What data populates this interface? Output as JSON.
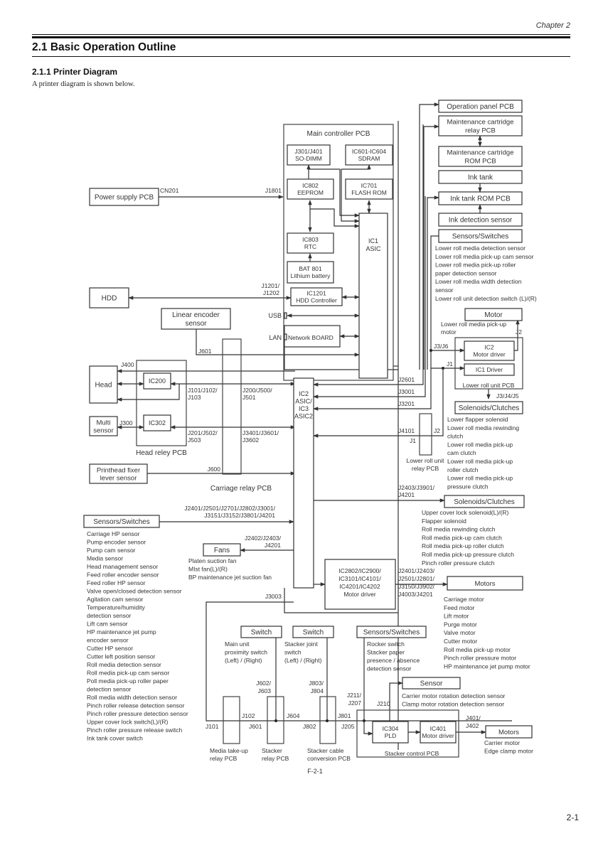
{
  "header": {
    "chapter": "Chapter 2"
  },
  "section_title": "2.1 Basic Operation Outline",
  "subsection_title": "2.1.1 Printer Diagram",
  "intro_text": "A printer diagram is shown below.",
  "figure_caption": "F-2-1",
  "page_number": "2-1",
  "diagram": {
    "main_controller": {
      "title": "Main controller PCB",
      "so_dimm": [
        "J301/J401",
        "SO-DIMM"
      ],
      "sdram": [
        "IC601-IC604",
        "SDRAM"
      ],
      "eeprom": [
        "IC802",
        "EEPROM"
      ],
      "flash": [
        "IC701",
        "FLASH ROM"
      ],
      "rtc": [
        "IC803",
        "RTC"
      ],
      "battery": [
        "BAT 801",
        "Lithium battery"
      ],
      "asic": [
        "IC1",
        "ASIC"
      ],
      "hdd_controller": [
        "IC1201",
        "HDD Controller"
      ],
      "usb": "USB",
      "lan": "LAN",
      "network_board": "Network BOARD"
    },
    "power_supply": {
      "label": "Power supply PCB",
      "conn_left": "CN201",
      "conn_right": "J1801"
    },
    "hdd": {
      "label": "HDD",
      "conn": [
        "J1201/",
        "J1202"
      ]
    },
    "linear_encoder": {
      "label": [
        "Linear encoder",
        "sensor"
      ],
      "conn": "J601"
    },
    "head": {
      "label": "Head",
      "conn": "J400"
    },
    "ic200": "IC200",
    "ic302": "IC302",
    "multi_sensor": {
      "label": [
        "Multi",
        "sensor"
      ],
      "conn": "J300"
    },
    "head_relay_label": "Head reley PCB",
    "head_relay_conn1": [
      "J101/J102/",
      "J103"
    ],
    "head_relay_conn2": [
      "J201/J502/",
      "J503"
    ],
    "carriage_conn1": [
      "J200/J500/",
      "J501"
    ],
    "carriage_conn2": [
      "J3401/J3601/",
      "J3602"
    ],
    "printhead_fixer": {
      "label": [
        "Printhead fixer",
        "lever sensor"
      ],
      "conn": "J600"
    },
    "carriage_relay_label": "Carriage relay PCB",
    "asic2": [
      "IC2",
      "ASIC/",
      "IC3",
      "ASIC2"
    ],
    "right_panel": {
      "operation_panel": "Operation panel PCB",
      "maint_relay": [
        "Maintenance cartridge",
        "relay PCB"
      ],
      "maint_rom": [
        "Maintenance cartridge",
        "ROM PCB"
      ],
      "ink_tank": "Ink tank",
      "ink_tank_rom": "Ink tank ROM PCB",
      "ink_detection": "Ink detection sensor",
      "sensors_title": "Sensors/Switches",
      "sensors_items": [
        "Lower roll media detection sensor",
        "Lower roll media pick-up cam sensor",
        "Lower roll media pick-up roller",
        "paper detection sensor",
        "Lower roll media width detection",
        "sensor",
        "Lower roll unit detection switch (L)/(R)"
      ],
      "motor_title": "Motor",
      "motor_items": [
        "Lower roll media pick-up",
        "motor"
      ],
      "j2": "J2",
      "j3j6": "J3/J6",
      "j1": "J1",
      "ic2_motor_driver": [
        "IC2",
        "Motor driver"
      ],
      "ic1_driver": "IC1 Driver",
      "lower_roll_unit_pcb": "Lower roll unit PCB",
      "j3j4j5": "J3/J4/J5",
      "solenoids1_title": "Solenoids/Clutches",
      "solenoids1_items": [
        "Lower flapper solenoid",
        "Lower roll media rewinding",
        "clutch",
        "Lower roll media pick-up",
        "cam clutch",
        "Lower roll media pick-up",
        "roller clutch",
        "Lower roll media pick-up",
        "pressure clutch"
      ],
      "conn_j2601": "J2601",
      "conn_j3001": "J3001",
      "conn_j3201": "J3201",
      "conn_j4101": "J4101",
      "relay_j2": "J2",
      "relay_j1": "J1",
      "lower_roll_relay": [
        "Lower roll unit",
        "relay PCB"
      ],
      "conn_sol2": [
        "J2403/J3901/",
        "J4201"
      ],
      "solenoids2_title": "Solenoids/Clutches",
      "solenoids2_items": [
        "Upper cover lock solenoid(L)/(R)",
        "Flapper solenoid",
        "Roll media rewinding clutch",
        "Roll media pick-up cam clutch",
        "Roll media pick-up roller clutch",
        "Roll media pick-up pressure clutch",
        "Pinch roller pressure clutch"
      ]
    },
    "left_sensors": {
      "title": "Sensors/Switches",
      "conn": [
        "J2401/J2501/J2701/J2802/J3001/",
        "J3151/J3152/J3801/J4201"
      ],
      "items": [
        "Carriage HP sensor",
        "Pump encoder sensor",
        "Pump cam sensor",
        "Media sensor",
        "Head management sensor",
        "Feed roller encoder sensor",
        "Feed roller HP sensor",
        "Valve open/closed detection sensor",
        "Agitation cam sensor",
        "Temperature/humidity",
        "detection sensor",
        "Lift cam sensor",
        "HP maintenance jet pump",
        "encoder sensor",
        "Cutter HP sensor",
        "Cutter left position sensor",
        "Roll media detection sensor",
        "Roll media pick-up cam sensor",
        "Poll media pick-up roller paper",
        "detection sensor",
        "Roll media width detection sensor",
        "Pinch roller release detection sensor",
        "Pinch roller pressure detection sensor",
        "Upper cover lock switch(L)/(R)",
        "Pinch roller pressure release switch",
        "Ink tank cover switch"
      ]
    },
    "fans": {
      "title": "Fans",
      "conn": [
        "J2402/J2403/",
        "J4201"
      ],
      "items": [
        "Platen suction fan",
        "MIst fan(L)/(R)",
        "BP maintenance jet suction fan"
      ]
    },
    "motor_driver": {
      "label": [
        "IC2802/IC2900/",
        "IC3101/IC4101/",
        "IC4201/IC4202",
        "Motor driver"
      ],
      "conn": [
        "J2401/J2403/",
        "J2501/J2801/",
        "J3150/J3902/",
        "J4003/J4201"
      ]
    },
    "motors": {
      "title": "Motors",
      "items": [
        "Carriage motor",
        "Feed motor",
        "Lift motor",
        "Purge motor",
        "Valve motor",
        "Cutter motor",
        "Roll media pick-up motor",
        "Pinch roller pressure motor",
        "HP maintenance jet pump motor"
      ]
    },
    "j3003": "J3003",
    "stacker": {
      "switch1_title": "Switch",
      "switch1_items": [
        "Main unit",
        "proximity switch",
        "(Left) / (Right)"
      ],
      "switch2_title": "Switch",
      "switch2_items": [
        "Stacker joint",
        "switch",
        "(Left) / (Right)"
      ],
      "sensors_title": "Sensors/Switches",
      "sensors_items": [
        "Rocker switch",
        "Stacker paper",
        "presence / absence",
        "detection sensor"
      ],
      "j602": [
        "J602/",
        "J603"
      ],
      "j803": [
        "J803/",
        "J804"
      ],
      "j211": [
        "J211/",
        "J207"
      ],
      "j210": "J210",
      "j101": "J101",
      "j102": "J102",
      "j601": "J601",
      "j604": "J604",
      "j802": "J802",
      "j801": "J801",
      "j205": "J205",
      "media_takeup": [
        "Media take-up",
        "relay PCB"
      ],
      "stacker_relay": [
        "Stacker",
        "relay PCB"
      ],
      "stacker_cable": [
        "Stacker cable",
        "conversion PCB"
      ],
      "sensor_title": "Sensor",
      "sensor_items": [
        "Carrier motor rotation detection sensor",
        "Clamp motor rotation detection sensor"
      ],
      "ic304": [
        "IC304",
        "PLD"
      ],
      "ic401": [
        "IC401",
        "Motor driver"
      ],
      "j401": [
        "J401/",
        "J402"
      ],
      "motors_title": "Motors",
      "motors_items": [
        "Carrier motor",
        "Edge clamp motor"
      ],
      "control_pcb": "Stacker control PCB"
    }
  }
}
